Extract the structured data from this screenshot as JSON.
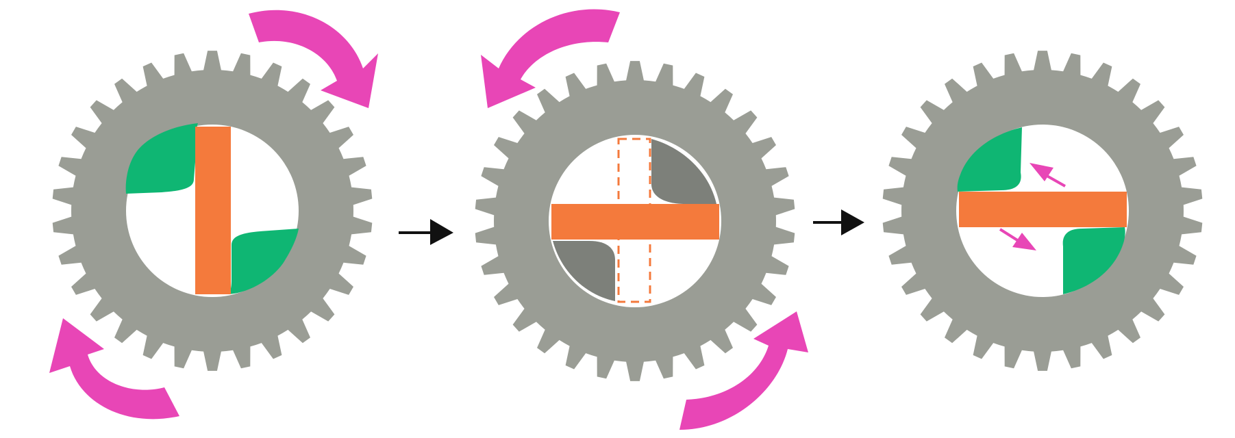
{
  "diagram": {
    "description_visible_text": "",
    "colors": {
      "gear": "#9a9d95",
      "gear_shade": "#868980",
      "bore": "#ffffff",
      "bar": "#f47a3c",
      "lobe": "#0fb673",
      "rotation_arrow": "#e846b6",
      "step_arrow": "#111111",
      "ghost_outline": "#f47a3c",
      "bore_shadow": "#7d807a"
    },
    "gears": [
      {
        "id": "gear-1",
        "teeth": 30,
        "bar_orientation": "vertical",
        "lobes": "green",
        "rotation": "clockwise",
        "ghost_bar": false,
        "squeeze_arrows": false
      },
      {
        "id": "gear-2",
        "teeth": 30,
        "bar_orientation": "horizontal",
        "lobes": "shaded",
        "rotation": "counterclockwise",
        "ghost_bar": true,
        "squeeze_arrows": false
      },
      {
        "id": "gear-3",
        "teeth": 30,
        "bar_orientation": "horizontal",
        "lobes": "green",
        "rotation": "none",
        "ghost_bar": false,
        "squeeze_arrows": true
      }
    ],
    "step_arrows": 2,
    "icons": [
      "clockwise-rotation-arrow-icon",
      "counterclockwise-rotation-arrow-icon",
      "step-arrow-icon",
      "squeeze-arrow-icon"
    ]
  }
}
